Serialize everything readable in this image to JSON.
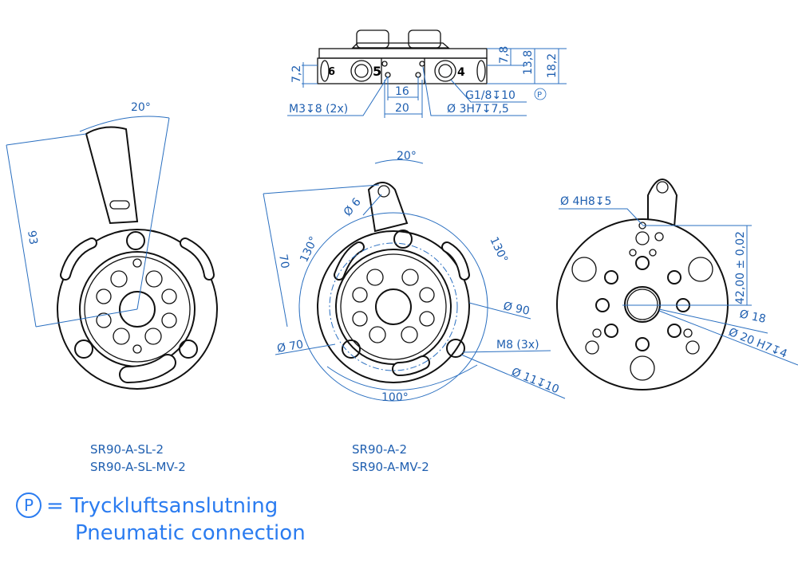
{
  "top_view": {
    "port_labels": [
      "6",
      "5",
      "4"
    ],
    "dims": {
      "h72": "7,2",
      "h78": "7,8",
      "h138": "13,8",
      "h182": "18,2",
      "w16": "16",
      "w20": "20",
      "m3": "M3↧8 (2x)",
      "g18": "G1/8↧10",
      "p": "P",
      "d3": "Ø 3H7↧7,5"
    }
  },
  "left_view": {
    "angle": "20°",
    "length": "93"
  },
  "middle_view": {
    "angle": "20°",
    "d6": "Ø 6",
    "r70": "70",
    "a130_left": "130°",
    "a130_right": "130°",
    "d90": "Ø 90",
    "d70": "Ø 70",
    "m8": "M8 (3x)",
    "d11": "Ø 11↧10",
    "a100": "100°"
  },
  "right_view": {
    "d4": "Ø 4H8↧5",
    "dist": "42,00 ± 0,02",
    "d18": "Ø 18",
    "d20": "Ø 20 H7↧4"
  },
  "captions": {
    "left": [
      "SR90-A-SL-2",
      "SR90-A-SL-MV-2"
    ],
    "middle": [
      "SR90-A-2",
      "SR90-A-MV-2"
    ]
  },
  "legend": {
    "symbol": "P",
    "line1": "= Tryckluftsanslutning",
    "line2": "Pneumatic connection"
  }
}
